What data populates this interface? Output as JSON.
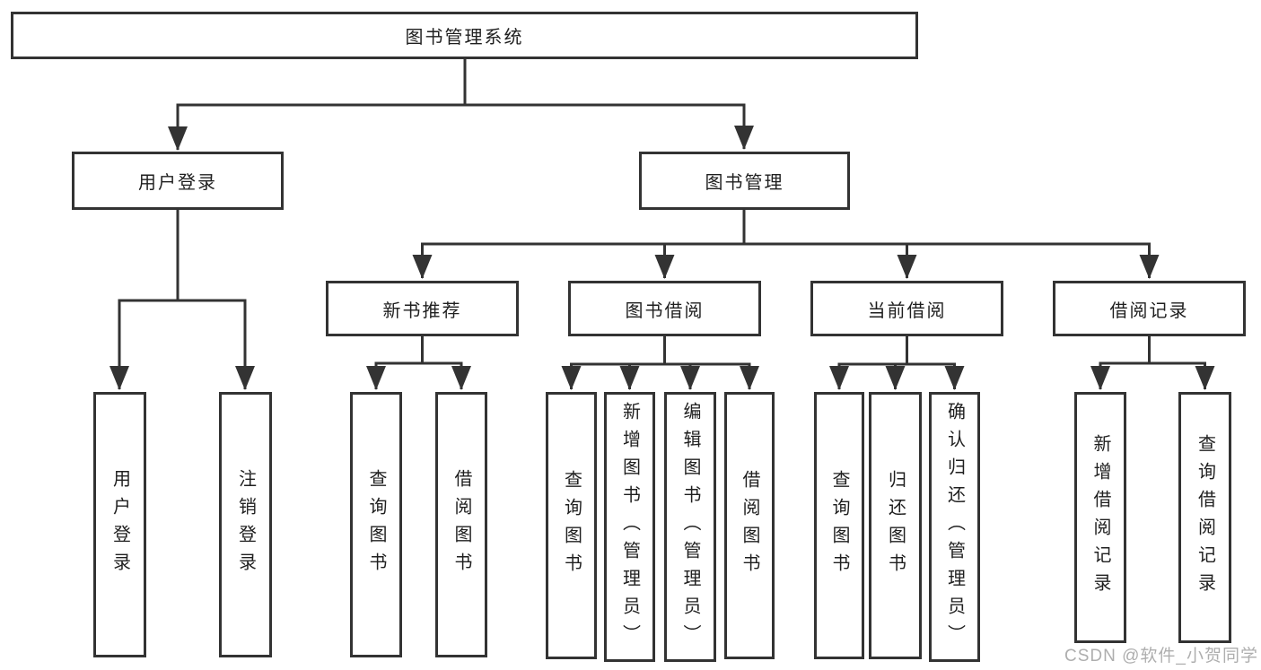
{
  "diagram": {
    "root": {
      "label": "图书管理系统"
    },
    "level2": [
      {
        "label": "用户登录"
      },
      {
        "label": "图书管理"
      }
    ],
    "level3": [
      {
        "label": "新书推荐",
        "parent": "图书管理"
      },
      {
        "label": "图书借阅",
        "parent": "图书管理"
      },
      {
        "label": "当前借阅",
        "parent": "图书管理"
      },
      {
        "label": "借阅记录",
        "parent": "图书管理"
      }
    ],
    "leaves": [
      {
        "label": "用户登录",
        "parent": "用户登录"
      },
      {
        "label": "注销登录",
        "parent": "用户登录"
      },
      {
        "label": "查询图书",
        "parent": "新书推荐"
      },
      {
        "label": "借阅图书",
        "parent": "新书推荐"
      },
      {
        "label": "查询图书",
        "parent": "图书借阅"
      },
      {
        "label": "新增图书（管理员）",
        "parent": "图书借阅"
      },
      {
        "label": "编辑图书（管理员）",
        "parent": "图书借阅"
      },
      {
        "label": "借阅图书",
        "parent": "图书借阅"
      },
      {
        "label": "查询图书",
        "parent": "当前借阅"
      },
      {
        "label": "归还图书",
        "parent": "当前借阅"
      },
      {
        "label": "确认归还（管理员）",
        "parent": "当前借阅"
      },
      {
        "label": "新增借阅记录",
        "parent": "借阅记录"
      },
      {
        "label": "查询借阅记录",
        "parent": "借阅记录"
      }
    ]
  },
  "watermark": {
    "text": "CSDN @软件_小贺同学",
    "color": "#aeaeae"
  },
  "colors": {
    "line": "#333333",
    "text": "#1f1f1f",
    "background": "#ffffff"
  }
}
